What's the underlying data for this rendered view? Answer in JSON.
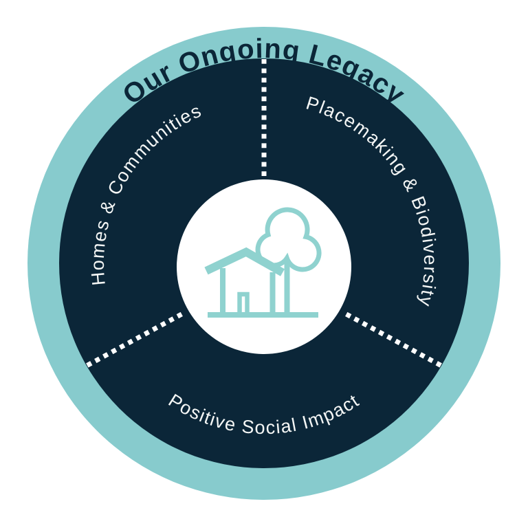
{
  "diagram": {
    "title": "Our Ongoing Legacy",
    "segments": [
      {
        "label": "Homes & Communities"
      },
      {
        "label": "Placemaking & Biodiversity"
      },
      {
        "label": "Positive Social Impact"
      }
    ],
    "center_icon": "house-and-tree",
    "colors": {
      "ring": "#87CBCD",
      "disc": "#0B2638",
      "title_text": "#0B2638",
      "segment_text": "#F4F6F5",
      "divider": "#FFFFFF",
      "icon_stroke": "#8FD2CF",
      "center_bg": "#FFFFFF",
      "page_bg": "#FFFFFF"
    }
  }
}
